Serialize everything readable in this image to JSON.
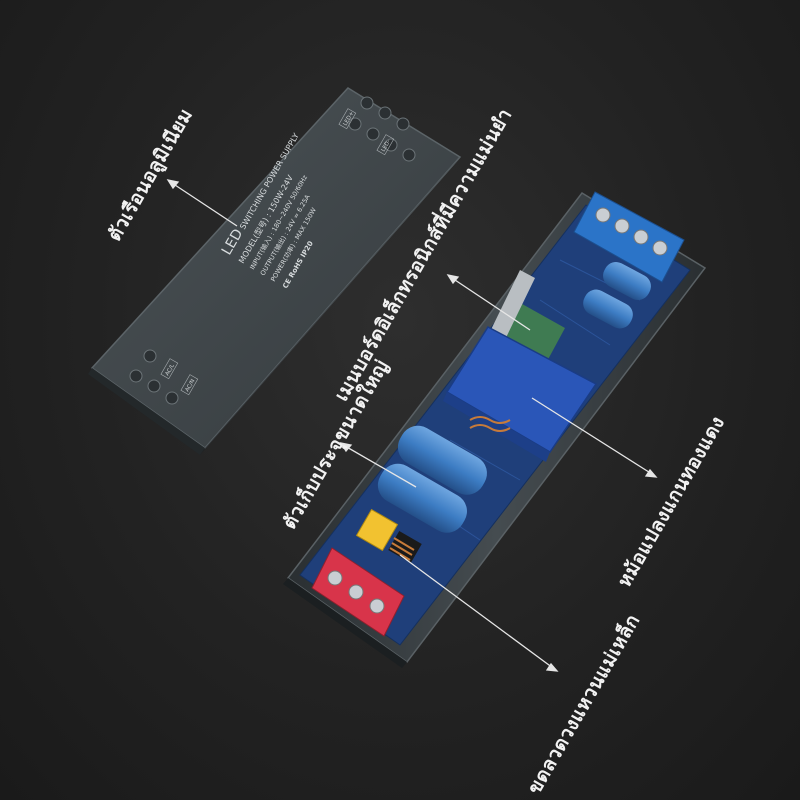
{
  "annotations": {
    "housing": "ตัวเรือนอลูมิเนียม",
    "pcb": "เมนบอร์ดอิเล็กทรอนิกส์ที่มีความแม่นยำ",
    "capacitor": "ตัวเก็บประจุขนาดใหญ่",
    "transformer": "หม้อแปลงแกนทองแดง",
    "inductor": "ขดลวดวงแหวนแม่เหล็ก"
  },
  "lid_label": {
    "brand": "LED",
    "product": "SWITCHING POWER SUPPLY",
    "model": "MODEL(型号) : 150W-24V",
    "input": "INPUT(输入) : 180~240V 50/60Hz",
    "output": "OUTPUT(输出) : 24V = 6.25A",
    "power": "POWER(功率) : MAX 150W",
    "certs": "CE RoHS  IP20",
    "term_led_plus": "LED+",
    "term_led_minus": "LED-",
    "term_ac_l": "AC/L",
    "term_ac_n": "AC/N"
  },
  "colors": {
    "background": "#242424",
    "housing": "#3c4347",
    "pcb": "#1f3f7a",
    "capacitor": "#3d7dc4",
    "transformer": "#2a56b8",
    "terminal_blue": "#2b74c8",
    "terminal_red": "#d8344a",
    "inductor_bobbin": "#f2c230"
  }
}
